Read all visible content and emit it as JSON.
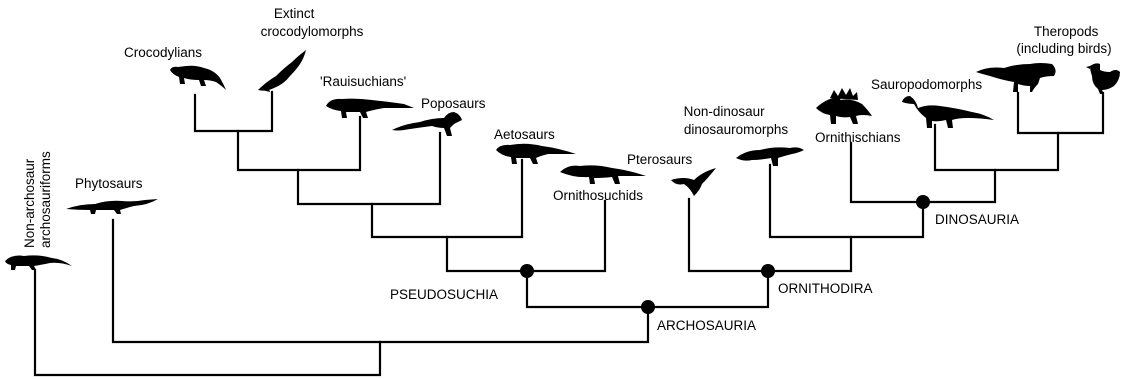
{
  "diagram": {
    "taxa": [
      {
        "id": "nonarch",
        "label_lines": [
          "Non-archosaur",
          "archosauriforms"
        ],
        "silhouette": "small-archosauriform-silhouette"
      },
      {
        "id": "phyto",
        "label_lines": [
          "Phytosaurs"
        ],
        "silhouette": "phytosaur-silhouette"
      },
      {
        "id": "croc",
        "label_lines": [
          "Crocodylians"
        ],
        "silhouette": "crocodile-silhouette"
      },
      {
        "id": "extcroc",
        "label_lines": [
          "Extinct",
          "crocodylomorphs"
        ],
        "silhouette": "marine-crocodylomorph-silhouette"
      },
      {
        "id": "rauis",
        "label_lines": [
          "'Rauisuchians'"
        ],
        "silhouette": "rauisuchian-silhouette"
      },
      {
        "id": "popo",
        "label_lines": [
          "Poposaurs"
        ],
        "silhouette": "poposaur-silhouette"
      },
      {
        "id": "aeto",
        "label_lines": [
          "Aetosaurs"
        ],
        "silhouette": "aetosaur-silhouette"
      },
      {
        "id": "ornsuch",
        "label_lines": [
          "Ornithosuchids"
        ],
        "silhouette": "ornithosuchid-silhouette"
      },
      {
        "id": "ptero",
        "label_lines": [
          "Pterosaurs"
        ],
        "silhouette": "pterosaur-silhouette"
      },
      {
        "id": "nondino",
        "label_lines": [
          "Non-dinosaur",
          "dinosauromorphs"
        ],
        "silhouette": "dinosauromorph-silhouette"
      },
      {
        "id": "ornith",
        "label_lines": [
          "Ornithischians"
        ],
        "silhouette": "stegosaur-silhouette"
      },
      {
        "id": "sauro",
        "label_lines": [
          "Sauropodomorphs"
        ],
        "silhouette": "sauropod-silhouette"
      },
      {
        "id": "thero",
        "label_lines": [
          "Theropods",
          "(including birds)"
        ],
        "silhouette": "theropod-silhouette"
      },
      {
        "id": "bird",
        "label_lines": [],
        "silhouette": "chicken-silhouette"
      }
    ],
    "clades": [
      {
        "id": "pseudosuchia",
        "label": "PSEUDOSUCHIA"
      },
      {
        "id": "ornithodira",
        "label": "ORNITHODIRA"
      },
      {
        "id": "archosauria",
        "label": "ARCHOSAURIA"
      },
      {
        "id": "dinosauria",
        "label": "DINOSAURIA"
      }
    ]
  }
}
